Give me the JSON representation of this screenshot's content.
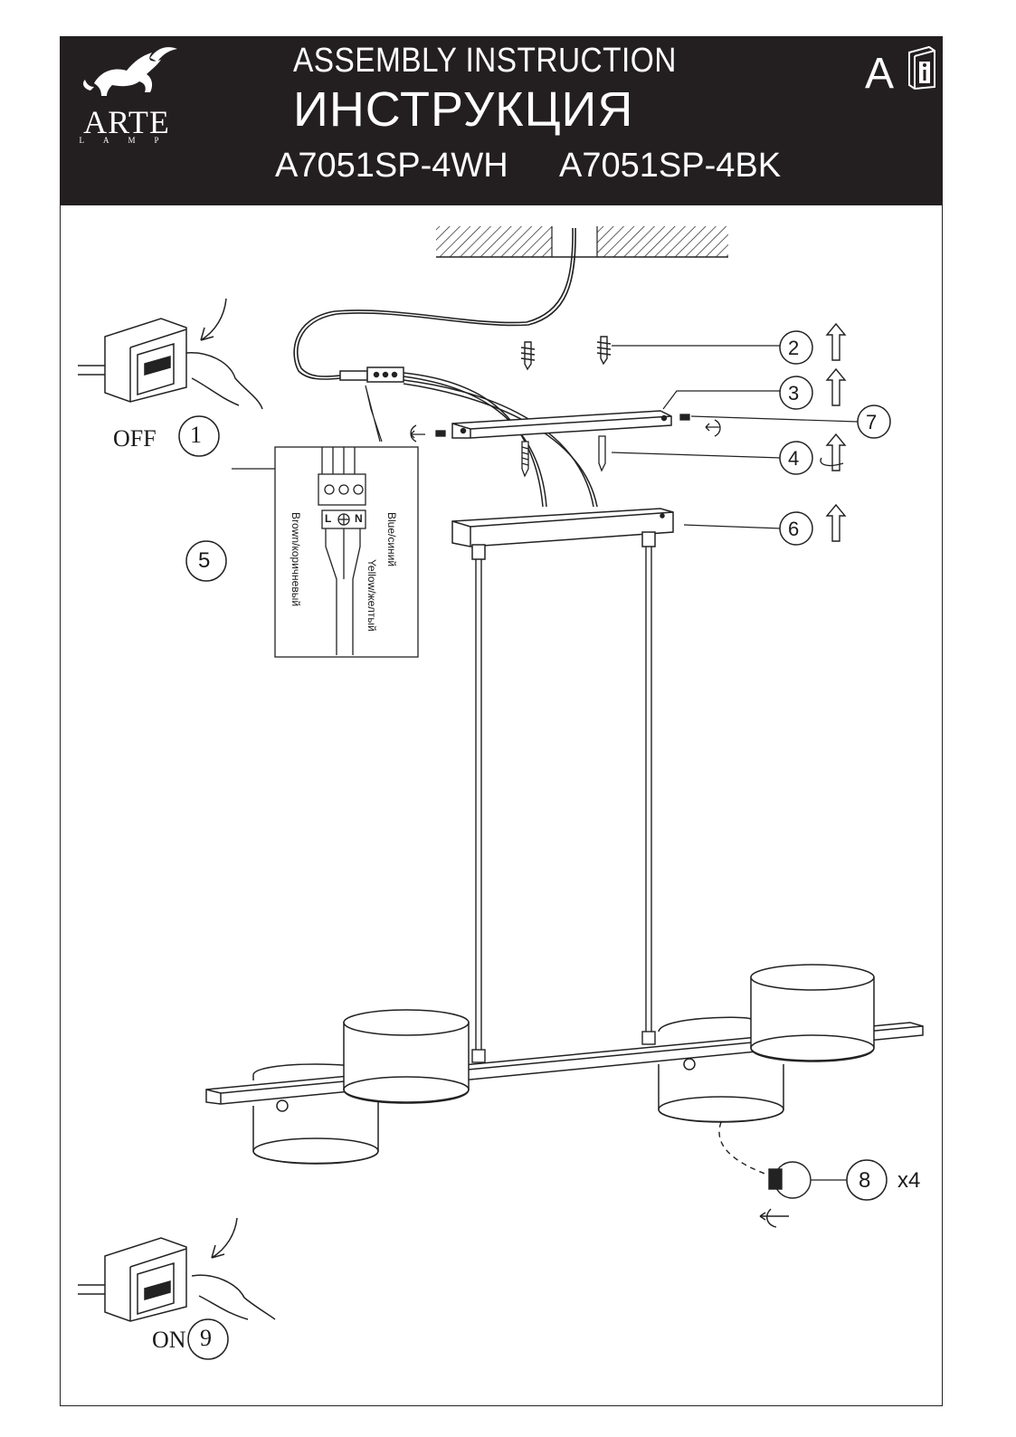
{
  "header": {
    "brand": "ARTE",
    "brand_sub": "LAMP",
    "title_en": "ASSEMBLY  INSTRUCTION",
    "title_ru": "ИНСТРУКЦИЯ",
    "model_1": "A7051SP-4WH",
    "model_2": "A7051SP-4BK",
    "language": "A"
  },
  "steps": {
    "s1": "1",
    "s2": "2",
    "s3": "3",
    "s4": "4",
    "s5": "5",
    "s6": "6",
    "s7": "7",
    "s8": "8",
    "s9": "9",
    "qty_8": "x4",
    "off": "OFF",
    "on": "ON"
  },
  "wiring": {
    "terminal_l": "L",
    "terminal_n": "N",
    "blue": "Blue/синий",
    "yellow": "Yellow/желтый",
    "brown": "Brown/коричневый"
  }
}
